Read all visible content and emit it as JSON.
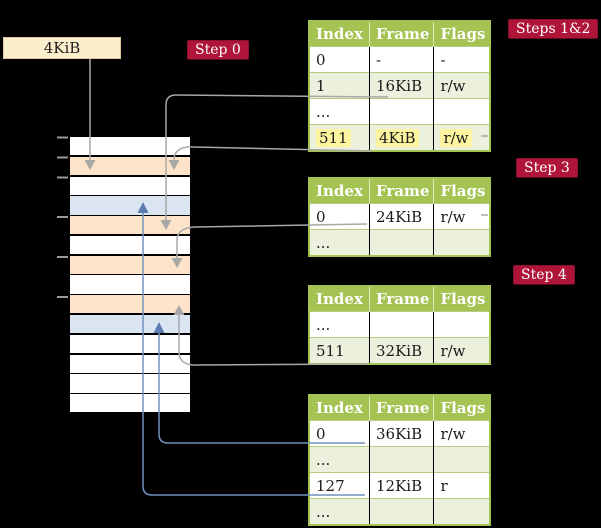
{
  "size_box": {
    "label": "4KiB"
  },
  "labels": {
    "step0": "Step 0",
    "steps12": "Steps 1&2",
    "step3": "Step 3",
    "step4": "Step 4"
  },
  "memory_strip": {
    "description": "physical memory frames, 4KiB each",
    "rows": [
      {
        "color": "white"
      },
      {
        "color": "orange"
      },
      {
        "color": "white"
      },
      {
        "color": "blue"
      },
      {
        "color": "orange"
      },
      {
        "color": "white"
      },
      {
        "color": "orange"
      },
      {
        "color": "white"
      },
      {
        "color": "orange"
      },
      {
        "color": "blue"
      },
      {
        "color": "white"
      },
      {
        "color": "white"
      },
      {
        "color": "white"
      },
      {
        "color": "white"
      }
    ]
  },
  "tables": [
    {
      "name": "page-table-steps-1-2",
      "headers": [
        "Index",
        "Frame",
        "Flags"
      ],
      "rows": [
        {
          "cells": [
            "0",
            "-",
            "-"
          ],
          "shade": "white"
        },
        {
          "cells": [
            "1",
            "16KiB",
            "r/w"
          ],
          "shade": "green"
        },
        {
          "cells": [
            "...",
            "",
            ""
          ],
          "shade": "white"
        },
        {
          "cells": [
            "511",
            "4KiB",
            "r/w"
          ],
          "shade": "green",
          "highlight": true
        }
      ]
    },
    {
      "name": "page-table-step-3",
      "headers": [
        "Index",
        "Frame",
        "Flags"
      ],
      "rows": [
        {
          "cells": [
            "0",
            "24KiB",
            "r/w"
          ],
          "shade": "white"
        },
        {
          "cells": [
            "...",
            "",
            ""
          ],
          "shade": "green"
        }
      ]
    },
    {
      "name": "page-table-step-4",
      "headers": [
        "Index",
        "Frame",
        "Flags"
      ],
      "rows": [
        {
          "cells": [
            "...",
            "",
            ""
          ],
          "shade": "white"
        },
        {
          "cells": [
            "511",
            "32KiB",
            "r/w"
          ],
          "shade": "green"
        }
      ]
    },
    {
      "name": "page-table-final",
      "headers": [
        "Index",
        "Frame",
        "Flags"
      ],
      "rows": [
        {
          "cells": [
            "0",
            "36KiB",
            "r/w"
          ],
          "shade": "white"
        },
        {
          "cells": [
            "...",
            "",
            ""
          ],
          "shade": "green"
        },
        {
          "cells": [
            "127",
            "12KiB",
            "r"
          ],
          "shade": "white"
        },
        {
          "cells": [
            "...",
            "",
            ""
          ],
          "shade": "green"
        }
      ]
    }
  ],
  "colors": {
    "background": "#000000",
    "table_header_green": "#a4c352",
    "table_row_green": "#ebf1dd",
    "highlight_yellow": "#fdf5a0",
    "label_red": "#ae1538",
    "size_box_beige": "#fbeecd",
    "strip_orange": "#fde3c8",
    "strip_blue": "#dbe5f1",
    "connector_gray": "#a8a8a8",
    "connector_blue": "#7391bf",
    "arrowhead_blue": "#5b7db2"
  }
}
